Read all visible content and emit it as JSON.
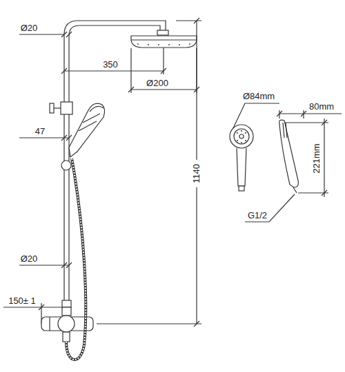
{
  "diagram": {
    "labels": [
      "Ø20",
      "350",
      "Ø200",
      "47",
      "1140",
      "Ø20",
      "150± 1",
      "Ø84mm",
      "80mm",
      "221mm",
      "G1/2"
    ]
  }
}
